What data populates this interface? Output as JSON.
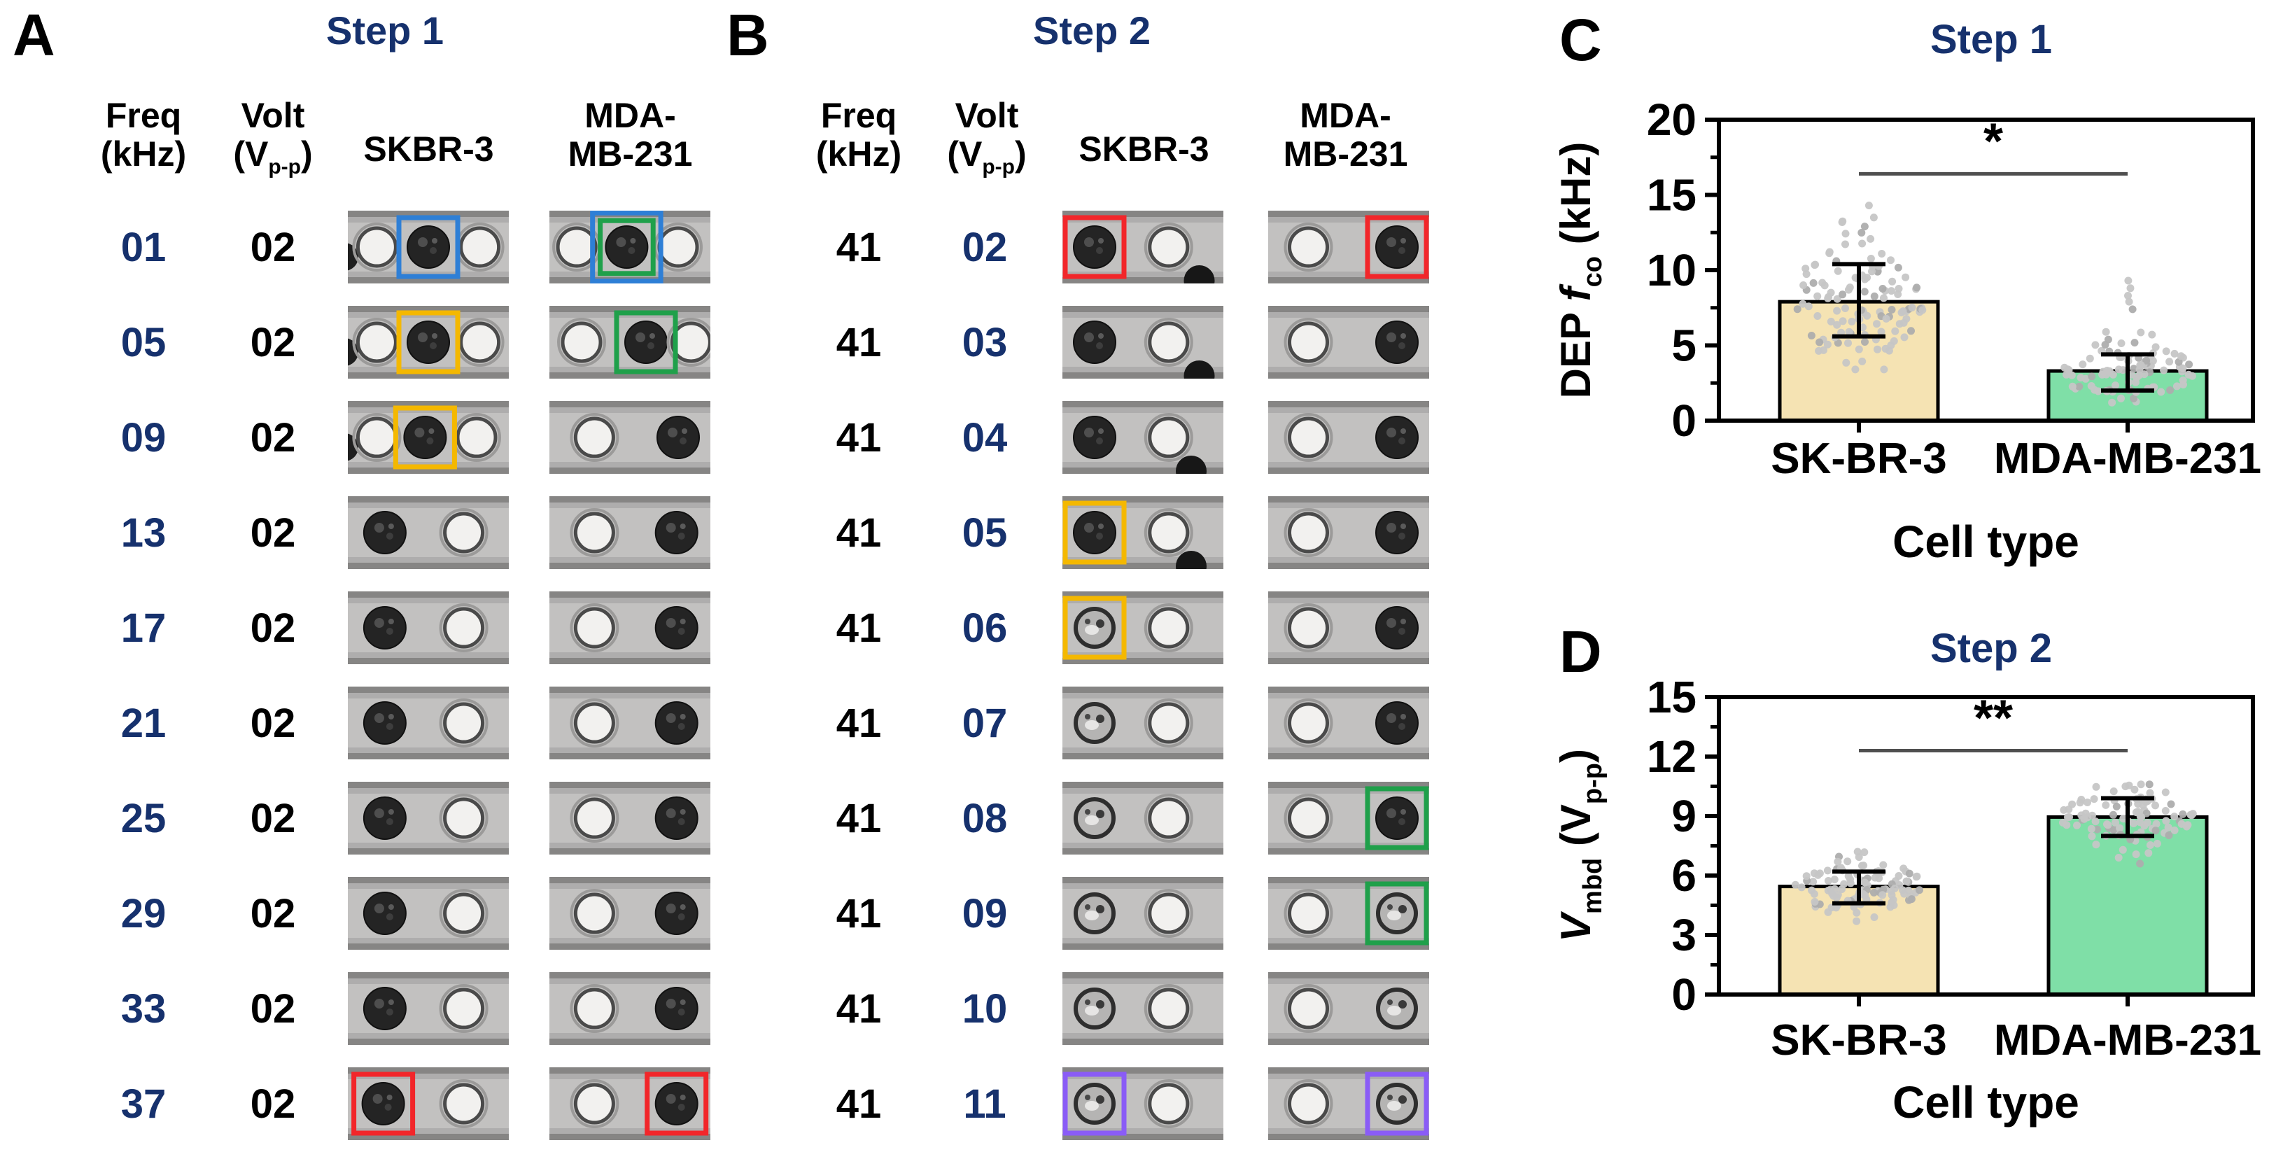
{
  "colors": {
    "navy": "#16316d",
    "box_blue": "#2e7fd6",
    "box_green": "#1fa04a",
    "box_yellow": "#f4b800",
    "box_red": "#f2262a",
    "box_purple": "#8a5cf6",
    "bar_tan": "#f5e3b3",
    "bar_green": "#7fdfa7",
    "scatter_gray": "#c6c6c6",
    "sig_line": "#4f4f4f"
  },
  "panels": {
    "a": {
      "label": "A",
      "title": "Step 1",
      "header": {
        "freq_line1": "Freq",
        "freq_line2": "(kHz)",
        "volt_line1": "Volt",
        "volt_open": "(V",
        "volt_sub": "p-p",
        "volt_close": ")",
        "col3": "SKBR-3",
        "col4_line1": "MDA-",
        "col4_line2": "MB-231"
      },
      "freq_highlighted": true,
      "volt_highlighted": false,
      "rows": [
        {
          "f": "01",
          "v": "02",
          "s": {
            "items": [
              {
                "t": "edge"
              },
              {
                "t": "ring",
                "x": 0.18
              },
              {
                "t": "cell",
                "x": 0.5
              },
              {
                "t": "ring",
                "x": 0.82
              }
            ],
            "boxes": [
              {
                "x": 0.5,
                "c": "#2e7fd6",
                "sc": 1.0
              }
            ]
          },
          "m": {
            "items": [
              {
                "t": "ring",
                "x": 0.17
              },
              {
                "t": "cell",
                "x": 0.48
              },
              {
                "t": "ring",
                "x": 0.8
              }
            ],
            "boxes": [
              {
                "x": 0.48,
                "c": "#2e7fd6",
                "sc": 1.16
              },
              {
                "x": 0.48,
                "c": "#1fa04a",
                "sc": 0.9
              }
            ]
          }
        },
        {
          "f": "05",
          "v": "02",
          "s": {
            "items": [
              {
                "t": "edge"
              },
              {
                "t": "ring",
                "x": 0.18
              },
              {
                "t": "cell",
                "x": 0.5
              },
              {
                "t": "ring",
                "x": 0.82
              }
            ],
            "boxes": [
              {
                "x": 0.5,
                "c": "#f4b800",
                "sc": 1.0
              }
            ]
          },
          "m": {
            "items": [
              {
                "t": "ring",
                "x": 0.2
              },
              {
                "t": "cell",
                "x": 0.6
              },
              {
                "t": "ring",
                "x": 0.88
              }
            ],
            "boxes": [
              {
                "x": 0.6,
                "c": "#1fa04a",
                "sc": 1.0
              }
            ]
          }
        },
        {
          "f": "09",
          "v": "02",
          "s": {
            "items": [
              {
                "t": "edge"
              },
              {
                "t": "ring",
                "x": 0.18
              },
              {
                "t": "cell",
                "x": 0.48
              },
              {
                "t": "ring",
                "x": 0.8
              }
            ],
            "boxes": [
              {
                "x": 0.48,
                "c": "#f4b800",
                "sc": 1.0
              }
            ]
          },
          "m": {
            "items": [
              {
                "t": "ring",
                "x": 0.28
              },
              {
                "t": "cell",
                "x": 0.8
              }
            ],
            "boxes": []
          }
        },
        {
          "f": "13",
          "v": "02",
          "s": {
            "items": [
              {
                "t": "cell",
                "x": 0.23
              },
              {
                "t": "ring",
                "x": 0.72
              }
            ],
            "boxes": []
          },
          "m": {
            "items": [
              {
                "t": "ring",
                "x": 0.28
              },
              {
                "t": "cell",
                "x": 0.79
              }
            ],
            "boxes": []
          }
        },
        {
          "f": "17",
          "v": "02",
          "s": {
            "items": [
              {
                "t": "cell",
                "x": 0.23
              },
              {
                "t": "ring",
                "x": 0.72
              }
            ],
            "boxes": []
          },
          "m": {
            "items": [
              {
                "t": "ring",
                "x": 0.28
              },
              {
                "t": "cell",
                "x": 0.79
              }
            ],
            "boxes": []
          }
        },
        {
          "f": "21",
          "v": "02",
          "s": {
            "items": [
              {
                "t": "cell",
                "x": 0.23
              },
              {
                "t": "ring",
                "x": 0.72
              }
            ],
            "boxes": []
          },
          "m": {
            "items": [
              {
                "t": "ring",
                "x": 0.28
              },
              {
                "t": "cell",
                "x": 0.79
              }
            ],
            "boxes": []
          }
        },
        {
          "f": "25",
          "v": "02",
          "s": {
            "items": [
              {
                "t": "cell",
                "x": 0.23
              },
              {
                "t": "ring",
                "x": 0.72
              }
            ],
            "boxes": []
          },
          "m": {
            "items": [
              {
                "t": "ring",
                "x": 0.28
              },
              {
                "t": "cell",
                "x": 0.79
              }
            ],
            "boxes": []
          }
        },
        {
          "f": "29",
          "v": "02",
          "s": {
            "items": [
              {
                "t": "cell",
                "x": 0.23
              },
              {
                "t": "ring",
                "x": 0.72
              }
            ],
            "boxes": []
          },
          "m": {
            "items": [
              {
                "t": "ring",
                "x": 0.28
              },
              {
                "t": "cell",
                "x": 0.79
              }
            ],
            "boxes": []
          }
        },
        {
          "f": "33",
          "v": "02",
          "s": {
            "items": [
              {
                "t": "cell",
                "x": 0.23
              },
              {
                "t": "ring",
                "x": 0.72
              }
            ],
            "boxes": []
          },
          "m": {
            "items": [
              {
                "t": "ring",
                "x": 0.28
              },
              {
                "t": "cell",
                "x": 0.79
              }
            ],
            "boxes": []
          }
        },
        {
          "f": "37",
          "v": "02",
          "s": {
            "items": [
              {
                "t": "cell",
                "x": 0.22
              },
              {
                "t": "ring",
                "x": 0.72
              }
            ],
            "boxes": [
              {
                "x": 0.22,
                "c": "#f2262a",
                "sc": 1.0
              }
            ]
          },
          "m": {
            "items": [
              {
                "t": "ring",
                "x": 0.28
              },
              {
                "t": "cell",
                "x": 0.79
              }
            ],
            "boxes": [
              {
                "x": 0.79,
                "c": "#f2262a",
                "sc": 1.0
              }
            ]
          }
        }
      ]
    },
    "b": {
      "label": "B",
      "title": "Step 2",
      "header": {
        "freq_line1": "Freq",
        "freq_line2": "(kHz)",
        "volt_line1": "Volt",
        "volt_open": "(V",
        "volt_sub": "p-p",
        "volt_close": ")",
        "col3": "SKBR-3",
        "col4_line1": "MDA-",
        "col4_line2": "MB-231"
      },
      "freq_highlighted": false,
      "volt_highlighted": true,
      "rows": [
        {
          "f": "41",
          "v": "02",
          "s": {
            "items": [
              {
                "t": "cell",
                "x": 0.2
              },
              {
                "t": "ring",
                "x": 0.66
              },
              {
                "t": "drop",
                "x": 0.85
              }
            ],
            "boxes": [
              {
                "x": 0.2,
                "c": "#f2262a",
                "sc": 1.0
              }
            ]
          },
          "m": {
            "items": [
              {
                "t": "ring",
                "x": 0.25
              },
              {
                "t": "cell",
                "x": 0.8
              }
            ],
            "boxes": [
              {
                "x": 0.8,
                "c": "#f2262a",
                "sc": 1.0
              }
            ]
          }
        },
        {
          "f": "41",
          "v": "03",
          "s": {
            "items": [
              {
                "t": "cell",
                "x": 0.2
              },
              {
                "t": "ring",
                "x": 0.66
              },
              {
                "t": "drop",
                "x": 0.85
              }
            ],
            "boxes": []
          },
          "m": {
            "items": [
              {
                "t": "ring",
                "x": 0.25
              },
              {
                "t": "cell",
                "x": 0.8
              }
            ],
            "boxes": []
          }
        },
        {
          "f": "41",
          "v": "04",
          "s": {
            "items": [
              {
                "t": "cell",
                "x": 0.2
              },
              {
                "t": "ring",
                "x": 0.66
              },
              {
                "t": "drop",
                "x": 0.8
              }
            ],
            "boxes": []
          },
          "m": {
            "items": [
              {
                "t": "ring",
                "x": 0.25
              },
              {
                "t": "cell",
                "x": 0.8
              }
            ],
            "boxes": []
          }
        },
        {
          "f": "41",
          "v": "05",
          "s": {
            "items": [
              {
                "t": "cell",
                "x": 0.2
              },
              {
                "t": "ring",
                "x": 0.66
              },
              {
                "t": "drop",
                "x": 0.8
              }
            ],
            "boxes": [
              {
                "x": 0.2,
                "c": "#f4b800",
                "sc": 1.0
              }
            ]
          },
          "m": {
            "items": [
              {
                "t": "ring",
                "x": 0.25
              },
              {
                "t": "cell",
                "x": 0.8
              }
            ],
            "boxes": []
          }
        },
        {
          "f": "41",
          "v": "06",
          "s": {
            "items": [
              {
                "t": "burst",
                "x": 0.2
              },
              {
                "t": "ring",
                "x": 0.66
              }
            ],
            "boxes": [
              {
                "x": 0.2,
                "c": "#f4b800",
                "sc": 1.0
              }
            ]
          },
          "m": {
            "items": [
              {
                "t": "ring",
                "x": 0.25
              },
              {
                "t": "cell",
                "x": 0.8
              }
            ],
            "boxes": []
          }
        },
        {
          "f": "41",
          "v": "07",
          "s": {
            "items": [
              {
                "t": "burst",
                "x": 0.2
              },
              {
                "t": "ring",
                "x": 0.66
              }
            ],
            "boxes": []
          },
          "m": {
            "items": [
              {
                "t": "ring",
                "x": 0.25
              },
              {
                "t": "cell",
                "x": 0.8
              }
            ],
            "boxes": []
          }
        },
        {
          "f": "41",
          "v": "08",
          "s": {
            "items": [
              {
                "t": "burst",
                "x": 0.2
              },
              {
                "t": "ring",
                "x": 0.66
              }
            ],
            "boxes": []
          },
          "m": {
            "items": [
              {
                "t": "ring",
                "x": 0.25
              },
              {
                "t": "cell",
                "x": 0.8
              }
            ],
            "boxes": [
              {
                "x": 0.8,
                "c": "#1fa04a",
                "sc": 1.0
              }
            ]
          }
        },
        {
          "f": "41",
          "v": "09",
          "s": {
            "items": [
              {
                "t": "burst",
                "x": 0.2
              },
              {
                "t": "ring",
                "x": 0.66
              }
            ],
            "boxes": []
          },
          "m": {
            "items": [
              {
                "t": "ring",
                "x": 0.25
              },
              {
                "t": "burst",
                "x": 0.8
              }
            ],
            "boxes": [
              {
                "x": 0.8,
                "c": "#1fa04a",
                "sc": 1.0
              }
            ]
          }
        },
        {
          "f": "41",
          "v": "10",
          "s": {
            "items": [
              {
                "t": "burst",
                "x": 0.2
              },
              {
                "t": "ring",
                "x": 0.66
              }
            ],
            "boxes": []
          },
          "m": {
            "items": [
              {
                "t": "ring",
                "x": 0.25
              },
              {
                "t": "burst",
                "x": 0.8
              }
            ],
            "boxes": []
          }
        },
        {
          "f": "41",
          "v": "11",
          "s": {
            "items": [
              {
                "t": "burst",
                "x": 0.2
              },
              {
                "t": "ring",
                "x": 0.66
              }
            ],
            "boxes": [
              {
                "x": 0.2,
                "c": "#8a5cf6",
                "sc": 1.0
              }
            ]
          },
          "m": {
            "items": [
              {
                "t": "ring",
                "x": 0.25
              },
              {
                "t": "burst",
                "x": 0.8
              }
            ],
            "boxes": [
              {
                "x": 0.8,
                "c": "#8a5cf6",
                "sc": 1.0
              }
            ]
          }
        }
      ]
    }
  },
  "chart_data": [
    {
      "type": "bar",
      "panel": "C",
      "title": "Step 1",
      "xlabel": "Cell type",
      "ylabel_parts": [
        {
          "t": "DEP "
        },
        {
          "t": "f",
          "italic": true
        },
        {
          "t": "co",
          "sub": true
        },
        {
          "t": " (kHz)"
        }
      ],
      "categories": [
        "SK-BR-3",
        "MDA-MB-231"
      ],
      "ylim": [
        0,
        20
      ],
      "yticks": [
        0,
        5,
        10,
        15,
        20
      ],
      "minor_step": 2.5,
      "grid": false,
      "legend": false,
      "series": [
        {
          "name": "SK-BR-3",
          "mean": 7.9,
          "err_lo": 5.6,
          "err_hi": 10.4,
          "color": "#f5e3b3",
          "scatter": {
            "n": 120,
            "sd": 2.2,
            "min": 3.4,
            "max": 14.6,
            "outliers": [
              12.9,
              13.5,
              14.3
            ]
          }
        },
        {
          "name": "MDA-MB-231",
          "mean": 3.3,
          "err_lo": 2.0,
          "err_hi": 4.4,
          "color": "#7fdfa7",
          "scatter": {
            "n": 95,
            "sd": 1.1,
            "min": 1.2,
            "max": 6.2,
            "outliers": [
              7.4,
              7.9,
              8.3,
              8.8,
              9.3
            ]
          }
        }
      ],
      "significance": {
        "label": "*",
        "y": 16.4
      }
    },
    {
      "type": "bar",
      "panel": "D",
      "title": "Step 2",
      "xlabel": "Cell type",
      "ylabel_parts": [
        {
          "t": "V",
          "italic": true
        },
        {
          "t": "mbd",
          "sub": true
        },
        {
          "t": " (V"
        },
        {
          "t": "p-p",
          "sub": true
        },
        {
          "t": ")"
        }
      ],
      "categories": [
        "SK-BR-3",
        "MDA-MB-231"
      ],
      "ylim": [
        0,
        15
      ],
      "yticks": [
        0,
        3,
        6,
        9,
        12,
        15
      ],
      "minor_step": 1.5,
      "grid": false,
      "legend": false,
      "series": [
        {
          "name": "SK-BR-3",
          "mean": 5.45,
          "err_lo": 4.6,
          "err_hi": 6.2,
          "color": "#f5e3b3",
          "scatter": {
            "n": 110,
            "sd": 0.72,
            "min": 3.7,
            "max": 7.2,
            "outliers": []
          }
        },
        {
          "name": "MDA-MB-231",
          "mean": 8.95,
          "err_lo": 8.0,
          "err_hi": 9.9,
          "color": "#7fdfa7",
          "scatter": {
            "n": 100,
            "sd": 0.8,
            "min": 6.4,
            "max": 10.6,
            "outliers": [
              6.6,
              6.9
            ]
          }
        }
      ],
      "significance": {
        "label": "**",
        "y": 12.3
      }
    }
  ]
}
